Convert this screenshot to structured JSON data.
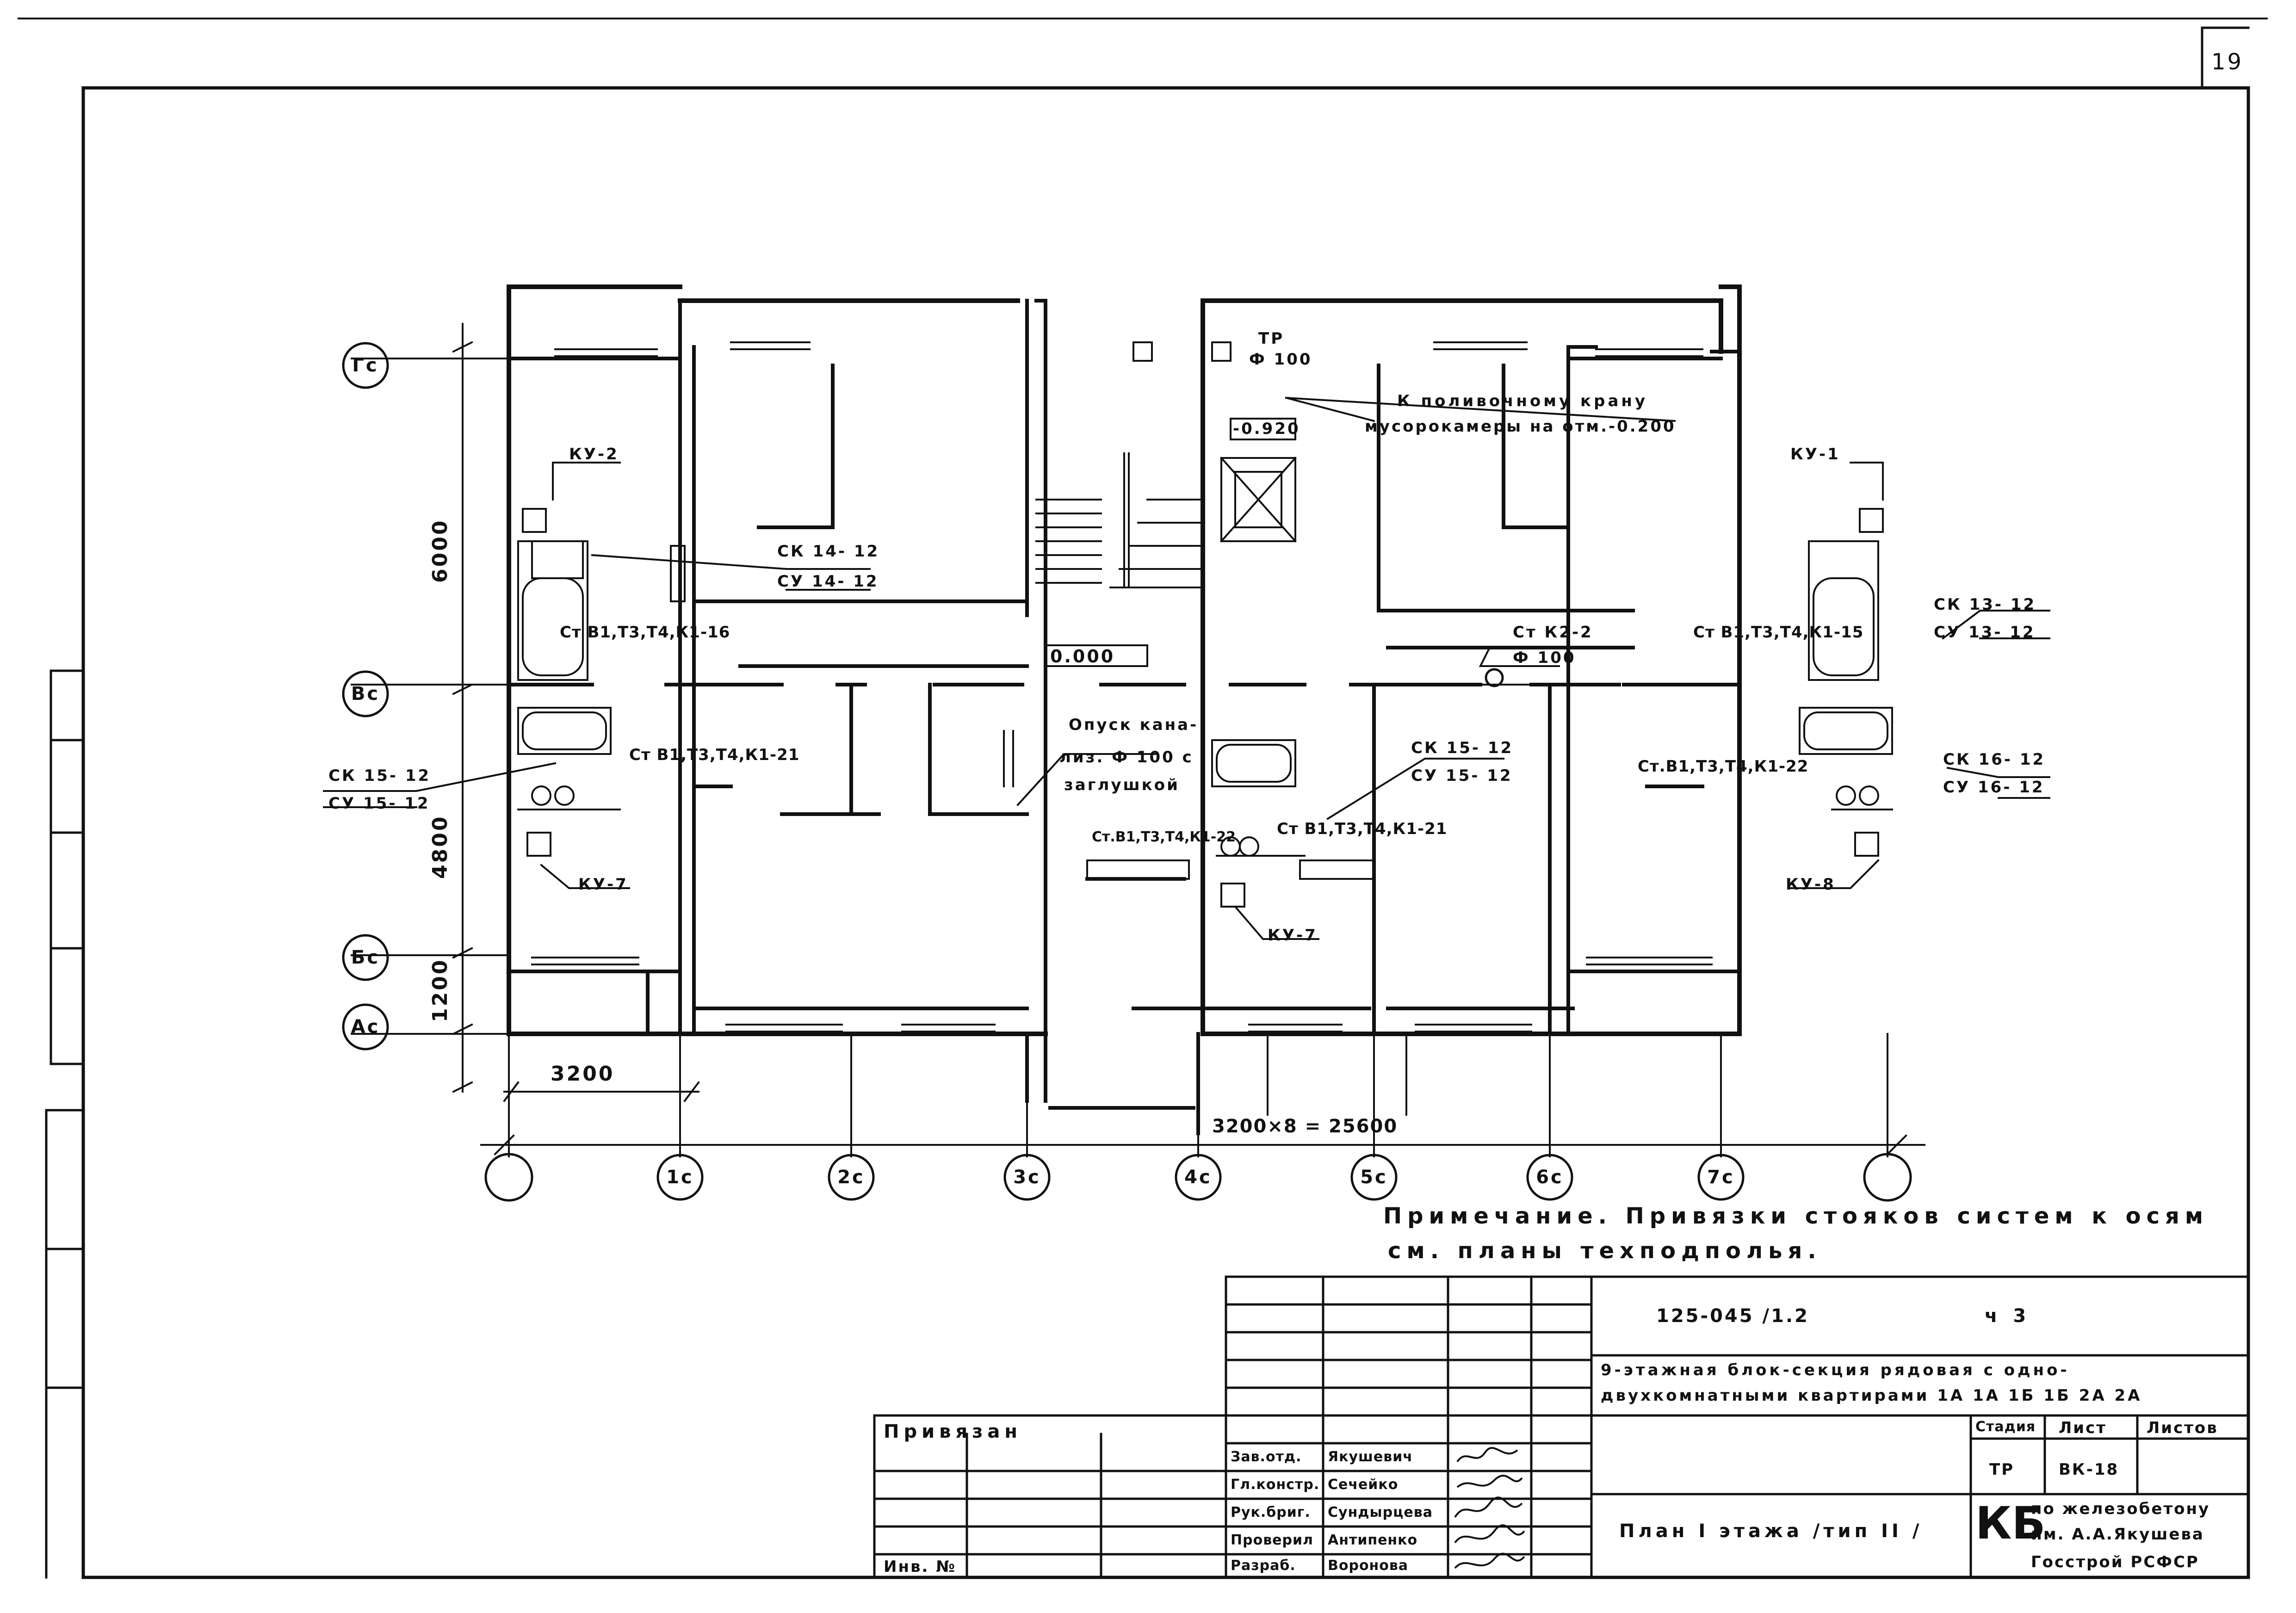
{
  "sheet": {
    "number": "19"
  },
  "axes": {
    "rows": [
      "Гс",
      "Вс",
      "Бс",
      "Ас"
    ],
    "cols": [
      "1с",
      "2с",
      "3с",
      "4с",
      "5с",
      "6с",
      "7с"
    ]
  },
  "dimensions": {
    "d6000": "6000",
    "d4800": "4800",
    "d1200": "1200",
    "d3200": "3200",
    "overall": "3200×8 = 25600"
  },
  "levels": {
    "pit": "-0.920",
    "floor": "0.000"
  },
  "annotations": {
    "tr": "ТР",
    "tr_dia": "Ф 100",
    "tap1": "К поливочному крану",
    "tap2": "мусорокамеры на отм.-0.200",
    "ku2": "КУ-2",
    "ku1": "КУ-1",
    "ku7a": "КУ-7",
    "ku7b": "КУ-7",
    "ku8": "КУ-8",
    "sk14": "СК 14- 12",
    "su14": "СУ 14- 12",
    "sk13": "СК 13- 12",
    "su13": "СУ 13- 12",
    "sk15a": "СК 15- 12",
    "su15a": "СУ 15- 12",
    "sk15b": "СК 15- 12",
    "su15b": "СУ 15- 12",
    "sk16": "СК 16- 12",
    "su16": "СУ 16- 12",
    "st16": "Ст В1,Т3,Т4,К1-16",
    "st15": "Ст В1,Т3,Т4,К1-15",
    "st21a": "Ст В1,Т3,Т4,К1-21",
    "st21b": "Ст В1,Т3,Т4,К1-21",
    "st22a": "Ст.В1,Т3,Т4,К1-22",
    "st22b": "Ст.В1,Т3,Т4,К1-22",
    "stk": "Ст К2-2",
    "stk_dia": "Ф 100",
    "opusk1": "Опуск кана-",
    "opusk2": "лиз. Ф 100 с",
    "opusk3": "заглушкой"
  },
  "note": {
    "line1": "Примечание. Привязки стояков систем к осям",
    "line2": "см. планы техподполья."
  },
  "title_block": {
    "code": "125-045 /1.2",
    "part": "ч 3",
    "desc1": "9-этажная блок-секция рядовая с одно-",
    "desc2": "двухкомнатными квартирами 1А 1А 1Б 1Б 2А 2А",
    "stage_h": "Стадия",
    "sheet_h": "Лист",
    "sheets_h": "Листов",
    "stage": "ТР",
    "sheet": "ВК-18",
    "plan": "План I этажа /тип II /",
    "org_abbr": "КБ",
    "org1": "по железобетону",
    "org2": "им. А.А.Якушева",
    "org3": "Госстрой РСФСР",
    "privyazan": "Привязан",
    "inv": "Инв. №",
    "staff": [
      {
        "role": "Зав.отд.",
        "name": "Якушевич"
      },
      {
        "role": "Гл.констр.",
        "name": "Сечейко"
      },
      {
        "role": "Рук.бриг.",
        "name": "Сундырцева"
      },
      {
        "role": "Проверил",
        "name": "Антипенко"
      },
      {
        "role": "Разраб.",
        "name": "Воронова"
      }
    ]
  }
}
